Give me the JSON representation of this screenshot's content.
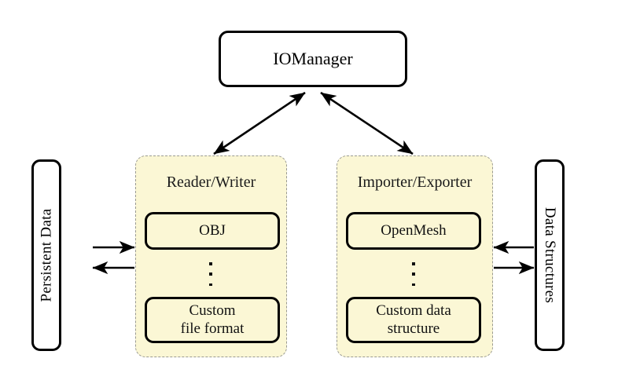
{
  "diagram": {
    "title_node": {
      "label": "IOManager"
    },
    "left_store": {
      "label": "Persistent Data"
    },
    "right_store": {
      "label": "Data Structures"
    },
    "groups": [
      {
        "title": "Reader/Writer",
        "items": [
          {
            "label": "OBJ"
          },
          {
            "label": "Custom\nfile format"
          }
        ],
        "ellipsis": "vertical-dots"
      },
      {
        "title": "Importer/Exporter",
        "items": [
          {
            "label": "OpenMesh"
          },
          {
            "label": "Custom data\nstructure"
          }
        ],
        "ellipsis": "vertical-dots"
      }
    ],
    "connectors": [
      {
        "name": "iomanager-to-readerwriter",
        "style": "double-arrow",
        "direction": "bidirectional"
      },
      {
        "name": "iomanager-to-importerexporter",
        "style": "double-arrow",
        "direction": "bidirectional"
      },
      {
        "name": "persistentdata-to-readerwriter",
        "style": "arrow",
        "direction": "right"
      },
      {
        "name": "readerwriter-to-persistentdata",
        "style": "arrow",
        "direction": "left"
      },
      {
        "name": "datastructures-to-importerexporter",
        "style": "arrow",
        "direction": "left"
      },
      {
        "name": "importerexporter-to-datastructures",
        "style": "arrow",
        "direction": "right"
      }
    ]
  },
  "colors": {
    "group_fill": "#fbf7d5",
    "group_border": "#9a9a92",
    "node_border": "#000000",
    "node_fill": "#ffffff",
    "text": "#000000"
  }
}
